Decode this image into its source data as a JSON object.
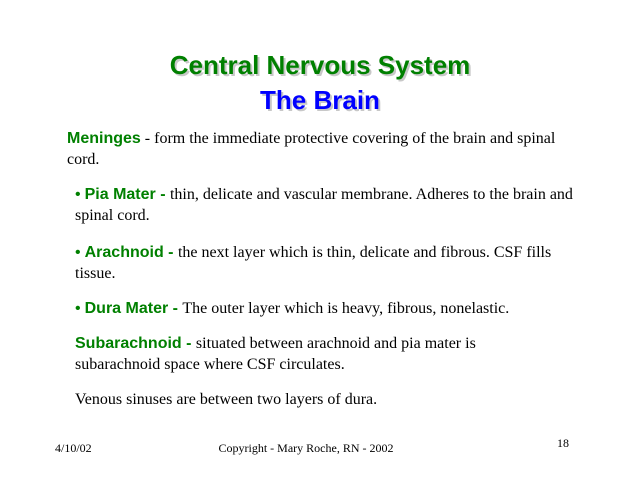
{
  "title": "Central Nervous System",
  "subtitle": "The Brain",
  "items": [
    {
      "term": "Meninges",
      "text": " - form the immediate protective covering of the brain and spinal cord."
    },
    {
      "bullet": "•",
      "term": "Pia Mater - ",
      "text": " thin, delicate and vascular membrane. Adheres to the brain and spinal cord."
    },
    {
      "bullet": "•",
      "term": "Arachnoid - ",
      "text": " the next layer which is thin, delicate and fibrous. CSF fills tissue."
    },
    {
      "bullet": "•",
      "term": "Dura Mater - ",
      "text": " The outer layer which is heavy, fibrous, nonelastic."
    },
    {
      "term": "Subarachnoid - ",
      "text": " situated between arachnoid and pia mater is subarachnoid space where CSF circulates."
    },
    {
      "text": "Venous sinuses are between two layers of dura."
    }
  ],
  "footer": {
    "date": "4/10/02",
    "copyright": "Copyright - Mary Roche, RN - 2002",
    "page": "18"
  }
}
